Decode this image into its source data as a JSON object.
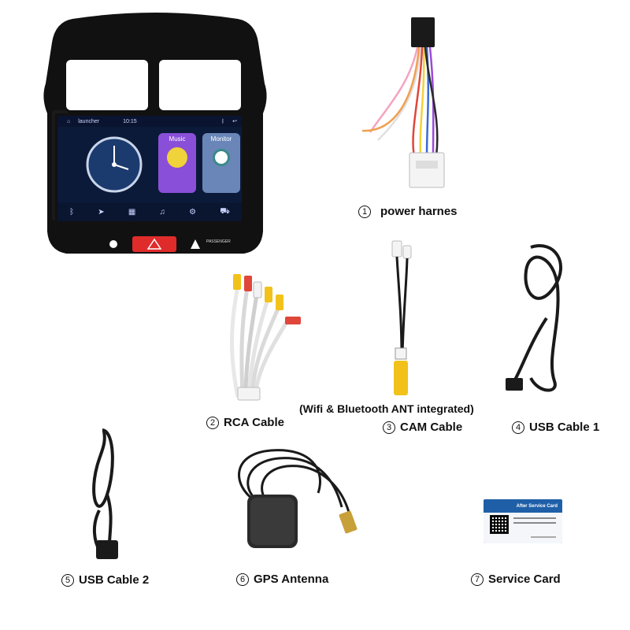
{
  "head_unit": {
    "status_bar": {
      "launcher": "launcher",
      "time": "10:15"
    },
    "tiles": {
      "music": "Music",
      "monitor": "Monitor"
    },
    "button_panel_label": "PASSENGER"
  },
  "items": [
    {
      "number": "1",
      "label": "power harnes"
    },
    {
      "number": "2",
      "label": "RCA Cable"
    },
    {
      "number": "3",
      "label": "CAM Cable"
    },
    {
      "number": "4",
      "label": "USB Cable 1"
    },
    {
      "number": "5",
      "label": "USB Cable 2"
    },
    {
      "number": "6",
      "label": "GPS Antenna"
    },
    {
      "number": "7",
      "label": "Service Card"
    }
  ],
  "cam_note": "(Wifi & Bluetooth ANT integrated)",
  "service_card": {
    "title": "After Service Card"
  },
  "colors": {
    "frame": "#111111",
    "screen": "#0c1a3a",
    "music_tile": "#8a4fd8",
    "monitor_tile": "#6a86b8",
    "hazard": "#e02b2b",
    "card_blue": "#1f5fa8",
    "rca_yellow": "#f2c21a",
    "rca_red": "#e0463a",
    "rca_white": "#f2f2f2"
  }
}
